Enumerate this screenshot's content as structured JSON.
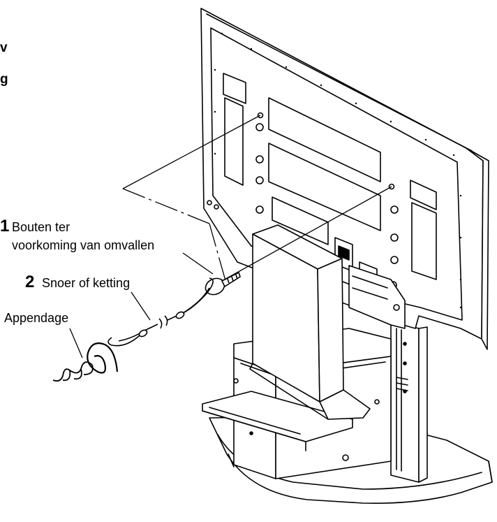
{
  "edge_text": {
    "line1": "v",
    "line2": "g"
  },
  "callouts": [
    {
      "number": "1",
      "text_line1": "Bouten ter",
      "text_line2": "voorkoming van omvallen"
    },
    {
      "number": "2",
      "text_line1": "Snoer of ketting"
    },
    {
      "number": "",
      "text_line1": "Appendage"
    }
  ]
}
